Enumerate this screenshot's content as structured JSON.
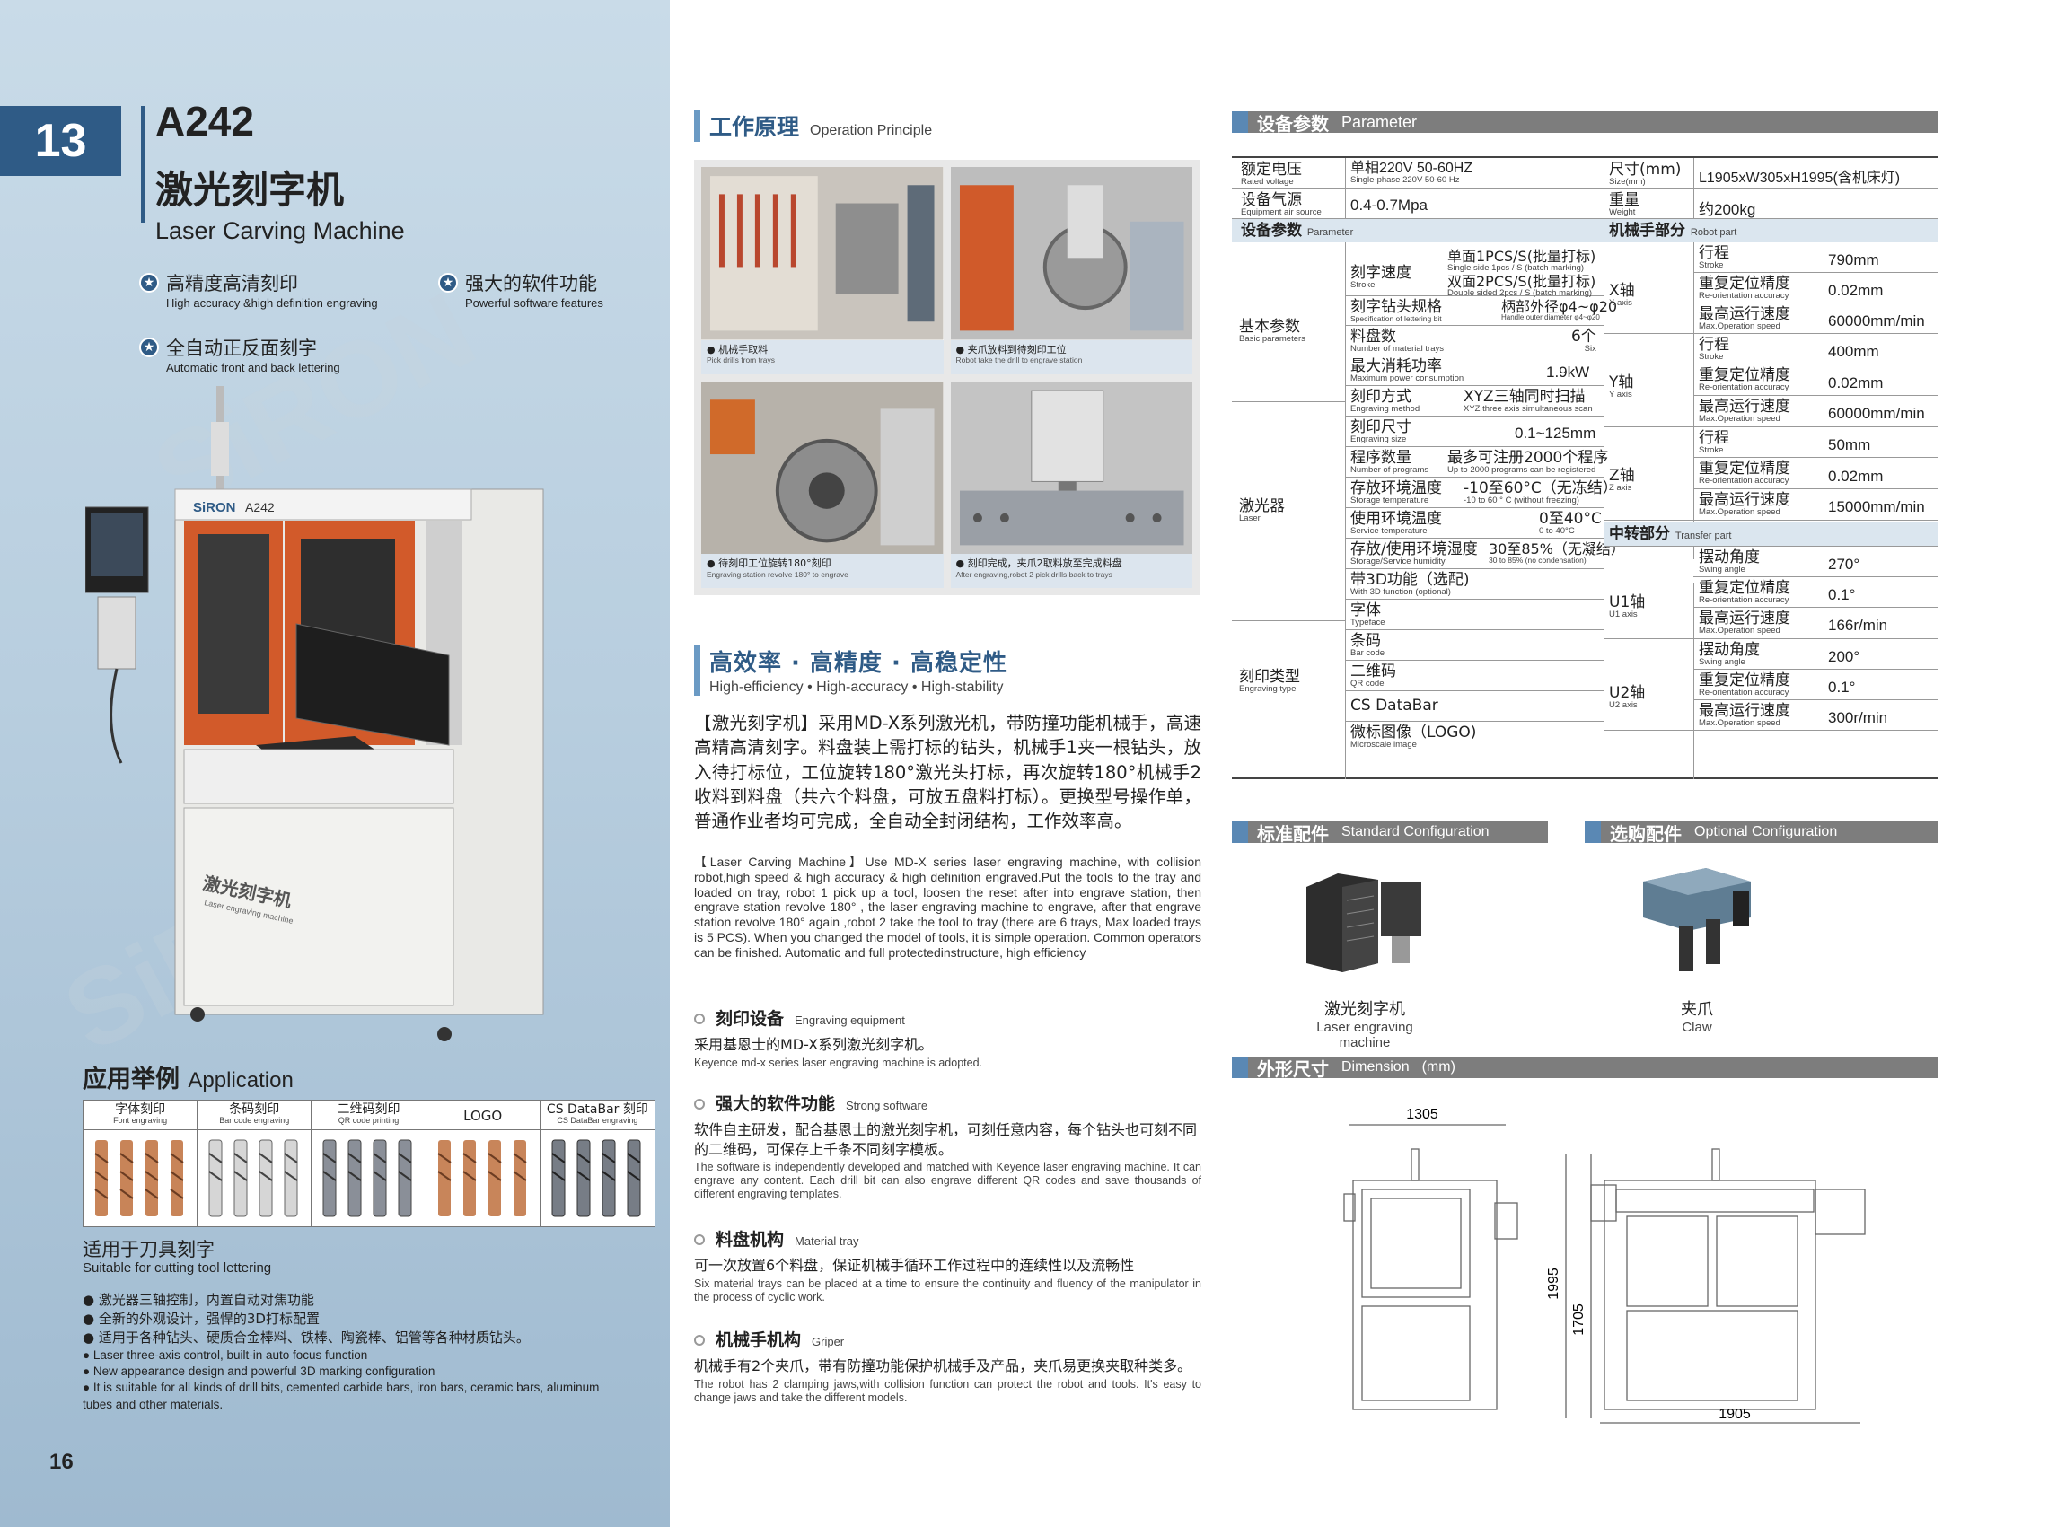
{
  "left": {
    "section_number": "13",
    "model": "A242",
    "title_cn": "激光刻字机",
    "title_en": "Laser Carving Machine",
    "features": [
      {
        "cn": "高精度高清刻印",
        "en": "High accuracy &high definition engraving"
      },
      {
        "cn": "强大的软件功能",
        "en": "Powerful software features"
      },
      {
        "cn": "全自动正反面刻字",
        "en": "Automatic front and back lettering"
      }
    ],
    "machine_brand": "SiRON",
    "machine_model": "A242",
    "machine_label_cn": "激光刻字机",
    "machine_label_en": "Laser engraving machine",
    "application_title_cn": "应用举例",
    "application_title_en": "Application",
    "applications": [
      {
        "cn": "字体刻印",
        "en": "Font engraving"
      },
      {
        "cn": "条码刻印",
        "en": "Bar code engraving"
      },
      {
        "cn": "二维码刻印",
        "en": "QR code printing"
      },
      {
        "cn": "LOGO",
        "en": ""
      },
      {
        "cn": "CS DataBar 刻印",
        "en": "CS DataBar engraving"
      }
    ],
    "suitable_cn": "适用于刀具刻字",
    "suitable_en": "Suitable for cutting tool lettering",
    "bullets_cn": [
      "激光器三轴控制，内置自动对焦功能",
      "全新的外观设计，强悍的3D打标配置",
      "适用于各种钻头、硬质合金棒料、铁棒、陶瓷棒、铝管等各种材质钻头。"
    ],
    "bullets_en": [
      "Laser three-axis control, built-in auto focus function",
      "New appearance design and powerful 3D marking configuration",
      "It is suitable for all kinds of drill bits, cemented carbide bars, iron bars, ceramic bars, aluminum tubes and other materials."
    ],
    "page_number": "16"
  },
  "middle": {
    "principle_cn": "工作原理",
    "principle_en": "Operation Principle",
    "photos": [
      {
        "cn": "● 机械手取料",
        "en": "Pick drills from trays"
      },
      {
        "cn": "● 夹爪放料到待刻印工位",
        "en": "Robot take the drill to engrave station"
      },
      {
        "cn": "● 待刻印工位旋转180°刻印",
        "en": "Engraving station revolve 180° to engrave"
      },
      {
        "cn": "● 刻印完成，夹爪2取料放至完成料盘",
        "en": "After engraving,robot 2 pick drills back to trays"
      }
    ],
    "eff_cn": "高效率 · 高精度 · 高稳定性",
    "eff_en": "High-efficiency • High-accuracy • High-stability",
    "intro_cn": "【激光刻字机】采用MD-X系列激光机，带防撞功能机械手，高速高精高清刻字。料盘装上需打标的钻头，机械手1夹一根钻头，放入待打标位，工位旋转180°激光头打标，再次旋转180°机械手2收料到料盘（共六个料盘，可放五盘料打标）。更换型号操作单，普通作业者均可完成，全自动全封闭结构，工作效率高。",
    "intro_en": "【Laser Carving Machine】Use MD-X series laser engraving machine, with collision robot,high speed & high accuracy & high definition engraved.Put the tools to the tray and loaded on tray, robot 1 pick up a tool, loosen the reset after into engrave station, then engrave station revolve 180° , the laser engraving machine to engrave, after that engrave station revolve 180° again ,robot 2 take the tool to tray (there are 6 trays, Max loaded trays is 5 PCS). When you changed the model of tools, it is simple operation. Common operators can be finished. Automatic and full protectedinstructure, high efficiency",
    "subs": [
      {
        "cn": "刻印设备",
        "en": "Engraving equipment",
        "b1": "采用基恩士的MD-X系列激光刻字机。",
        "b2": "Keyence md-x series laser engraving machine is adopted."
      },
      {
        "cn": "强大的软件功能",
        "en": "Strong software",
        "b1": "软件自主研发，配合基恩士的激光刻字机，可刻任意内容，每个钻头也可刻不同的二维码，可保存上千条不同刻字模板。",
        "b2": "The software is independently developed and matched with Keyence laser engraving machine. It can engrave any content. Each drill bit can also engrave different QR codes and save thousands of different engraving templates."
      },
      {
        "cn": "料盘机构",
        "en": "Material tray",
        "b1": "可一次放置6个料盘，保证机械手循环工作过程中的连续性以及流畅性",
        "b2": "Six material trays can be placed at a time to ensure the continuity and fluency of the manipulator in the process of cyclic work."
      },
      {
        "cn": "机械手机构",
        "en": "Griper",
        "b1": "机械手有2个夹爪，带有防撞功能保护机械手及产品，夹爪易更换夹取种类多。",
        "b2": "The robot has 2 clamping jaws,with collision function can protect the robot and tools. It's easy to change jaws and take the different models."
      }
    ]
  },
  "right": {
    "param_cn": "设备参数",
    "param_en": "Parameter",
    "rated_voltage": {
      "cn": "额定电压",
      "en": "Rated voltage",
      "val": "单相220V  50-60HZ",
      "val_en": "Single-phase 220V 50-60 Hz"
    },
    "size": {
      "cn": "尺寸(mm)",
      "en": "Size(mm)",
      "val": "L1905xW305xH1995(含机床灯)"
    },
    "air": {
      "cn": "设备气源",
      "en": "Equipment air source",
      "val": "0.4-0.7Mpa"
    },
    "weight": {
      "cn": "重量",
      "en": "Weight",
      "val": "约200kg"
    },
    "sub_param": {
      "cn": "设备参数",
      "en": "Parameter"
    },
    "robot_part": {
      "cn": "机械手部分",
      "en": "Robot part"
    },
    "transfer_part": {
      "cn": "中转部分",
      "en": "Transfer part"
    },
    "groups": {
      "basic": {
        "cn": "基本参数",
        "en": "Basic parameters"
      },
      "laser": {
        "cn": "激光器",
        "en": "Laser"
      },
      "engrave": {
        "cn": "刻印类型",
        "en": "Engraving type"
      }
    },
    "left_rows": [
      {
        "cn": "刻字速度",
        "en": "Stroke",
        "val1": "单面1PCS/S(批量打标)",
        "val1_en": "Single side 1pcs / S (batch marking)",
        "val2": "双面2PCS/S(批量打标)",
        "val2_en": "Double sided 2pcs / S (batch marking)"
      },
      {
        "cn": "刻字钻头规格",
        "en": "Specification of lettering bit",
        "val": "柄部外径φ4~φ20",
        "val_en": "Handle outer diameter φ4~φ20"
      },
      {
        "cn": "料盘数",
        "en": "Number of material trays",
        "val": "6个",
        "val_en": "Six"
      },
      {
        "cn": "最大消耗功率",
        "en": "Maximum power consumption",
        "val": "1.9kW"
      },
      {
        "cn": "刻印方式",
        "en": "Engraving method",
        "val": "XYZ三轴同时扫描",
        "val_en": "XYZ three axis simultaneous scan"
      },
      {
        "cn": "刻印尺寸",
        "en": "Engraving size",
        "val": "0.1~125mm"
      },
      {
        "cn": "程序数量",
        "en": "Number of programs",
        "val": "最多可注册2000个程序",
        "val_en": "Up to 2000 programs can be registered"
      },
      {
        "cn": "存放环境温度",
        "en": "Storage temperature",
        "val": "-10至60°C（无冻结）",
        "val_en": "-10 to 60 ° C (without freezing)"
      },
      {
        "cn": "使用环境温度",
        "en": "Service temperature",
        "val": "0至40°C",
        "val_en": "0 to 40°C"
      },
      {
        "cn": "存放/使用环境湿度",
        "en": "Storage/Service humidity",
        "val": "30至85%（无凝结）",
        "val_en": "30 to 85% (no condensation)"
      },
      {
        "cn": "带3D功能（选配)",
        "en": "With 3D function (optional)"
      },
      {
        "cn": "字体",
        "en": "Typeface"
      },
      {
        "cn": "条码",
        "en": "Bar code"
      },
      {
        "cn": "二维码",
        "en": "QR code"
      },
      {
        "cn": "CS DataBar",
        "en": ""
      },
      {
        "cn": "微标图像（LOGO)",
        "en": "Microscale image"
      }
    ],
    "axes": [
      {
        "cn": "X轴",
        "en": "X axis",
        "rows": [
          {
            "cn": "行程",
            "en": "Stroke",
            "val": "790mm"
          },
          {
            "cn": "重复定位精度",
            "en": "Re-orientation accuracy",
            "val": "0.02mm"
          },
          {
            "cn": "最高运行速度",
            "en": "Max.Operation speed",
            "val": "60000mm/min"
          }
        ]
      },
      {
        "cn": "Y轴",
        "en": "Y axis",
        "rows": [
          {
            "cn": "行程",
            "en": "Stroke",
            "val": "400mm"
          },
          {
            "cn": "重复定位精度",
            "en": "Re-orientation accuracy",
            "val": "0.02mm"
          },
          {
            "cn": "最高运行速度",
            "en": "Max.Operation speed",
            "val": "60000mm/min"
          }
        ]
      },
      {
        "cn": "Z轴",
        "en": "Z axis",
        "rows": [
          {
            "cn": "行程",
            "en": "Stroke",
            "val": "50mm"
          },
          {
            "cn": "重复定位精度",
            "en": "Re-orientation accuracy",
            "val": "0.02mm"
          },
          {
            "cn": "最高运行速度",
            "en": "Max.Operation speed",
            "val": "15000mm/min"
          }
        ]
      },
      {
        "cn": "U1轴",
        "en": "U1 axis",
        "rows": [
          {
            "cn": "摆动角度",
            "en": "Swing angle",
            "val": "270°"
          },
          {
            "cn": "重复定位精度",
            "en": "Re-orientation accuracy",
            "val": "0.1°"
          },
          {
            "cn": "最高运行速度",
            "en": "Max.Operation speed",
            "val": "166r/min"
          }
        ]
      },
      {
        "cn": "U2轴",
        "en": "U2 axis",
        "rows": [
          {
            "cn": "摆动角度",
            "en": "Swing angle",
            "val": "200°"
          },
          {
            "cn": "重复定位精度",
            "en": "Re-orientation accuracy",
            "val": "0.1°"
          },
          {
            "cn": "最高运行速度",
            "en": "Max.Operation speed",
            "val": "300r/min"
          }
        ]
      }
    ],
    "std_cn": "标准配件",
    "std_en": "Standard Configuration",
    "opt_cn": "选购配件",
    "opt_en": "Optional Configuration",
    "std_item": {
      "cn": "激光刻字机",
      "en": "Laser engraving machine"
    },
    "opt_item": {
      "cn": "夹爪",
      "en": "Claw"
    },
    "dim_cn": "外形尺寸",
    "dim_en": "Dimension",
    "dim_unit": "(mm)",
    "dims": {
      "width": "1305",
      "height1": "1995",
      "height2": "1705",
      "length": "1905"
    }
  }
}
